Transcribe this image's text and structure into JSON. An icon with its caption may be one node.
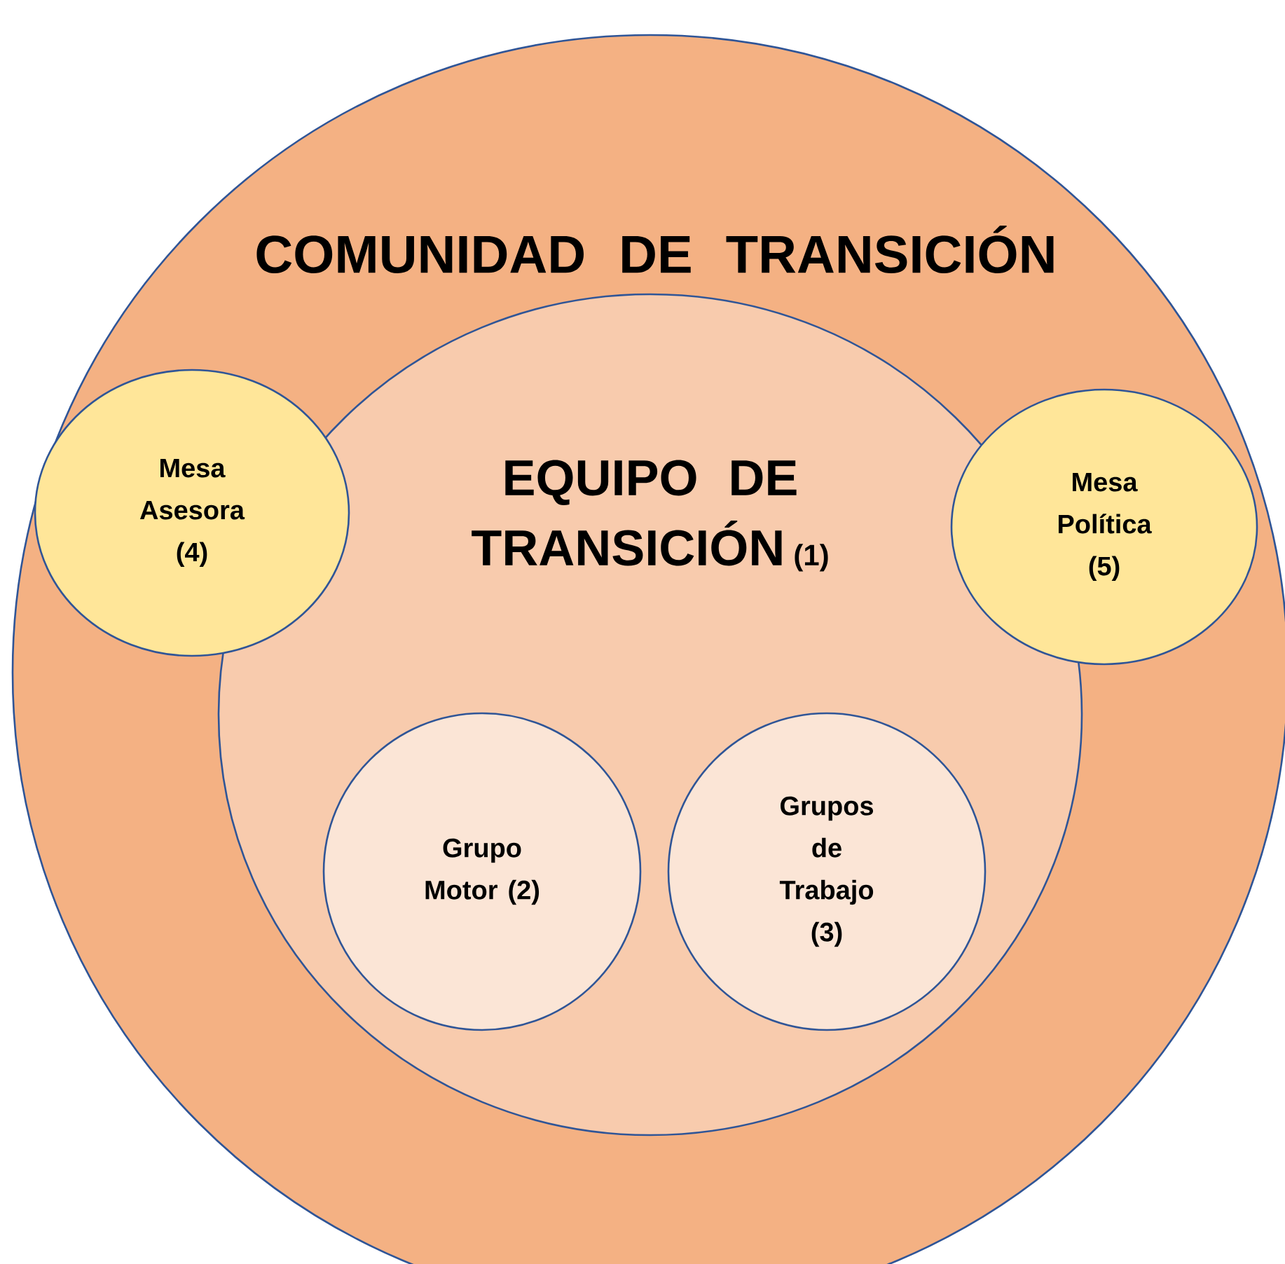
{
  "diagram": {
    "nodes": [
      {
        "text": [
          "COMUNIDAD DE TRANSICIÓN"
        ]
      },
      {
        "text": [
          "EQUIPO DE TRANSICIÓN",
          "(1)"
        ],
        "in": 0
      },
      {
        "text": [
          "Mesa Asesora (4)"
        ],
        "in": 0
      },
      {
        "text": [
          "Mesa Política (5)"
        ],
        "in": 0
      },
      {
        "text": [
          "Grupo Motor (2)"
        ],
        "in": 1
      },
      {
        "text": [
          "Grupos de Trabajo (3)"
        ],
        "in": 1
      }
    ]
  }
}
